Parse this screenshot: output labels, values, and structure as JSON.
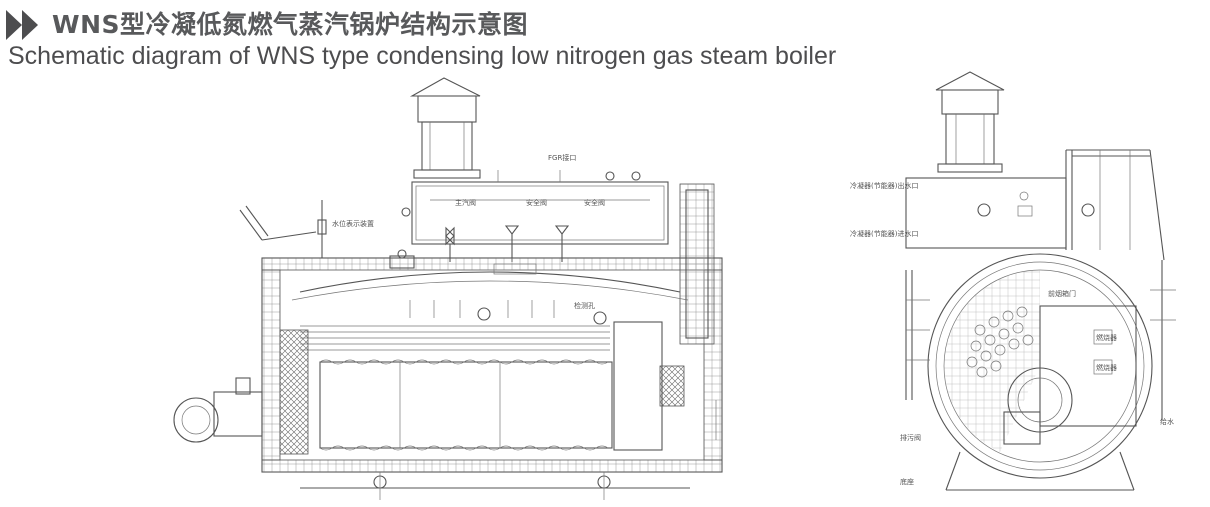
{
  "header": {
    "title_cn": "WNS型冷凝低氮燃气蒸汽锅炉结构示意图",
    "title_en": "Schematic diagram of WNS type condensing low nitrogen gas steam boiler",
    "accent_color": "#58595b"
  },
  "side_view": {
    "labels": {
      "fgr": "FGR接口",
      "main_valve": "主汽阀",
      "safety_valve_1": "安全阀",
      "safety_valve_2": "安全阀",
      "level_gauge": "水位表示装置",
      "sight_hole": "检测孔"
    }
  },
  "front_view": {
    "labels": {
      "water_out": "冷凝器(节能器)出水口",
      "water_in": "冷凝器(节能器)进水口",
      "smoke_box": "前烟箱门",
      "burner_1": "燃烧器",
      "burner_2": "燃烧器",
      "drain": "排污阀",
      "feed": "给水",
      "base": "底座"
    }
  }
}
